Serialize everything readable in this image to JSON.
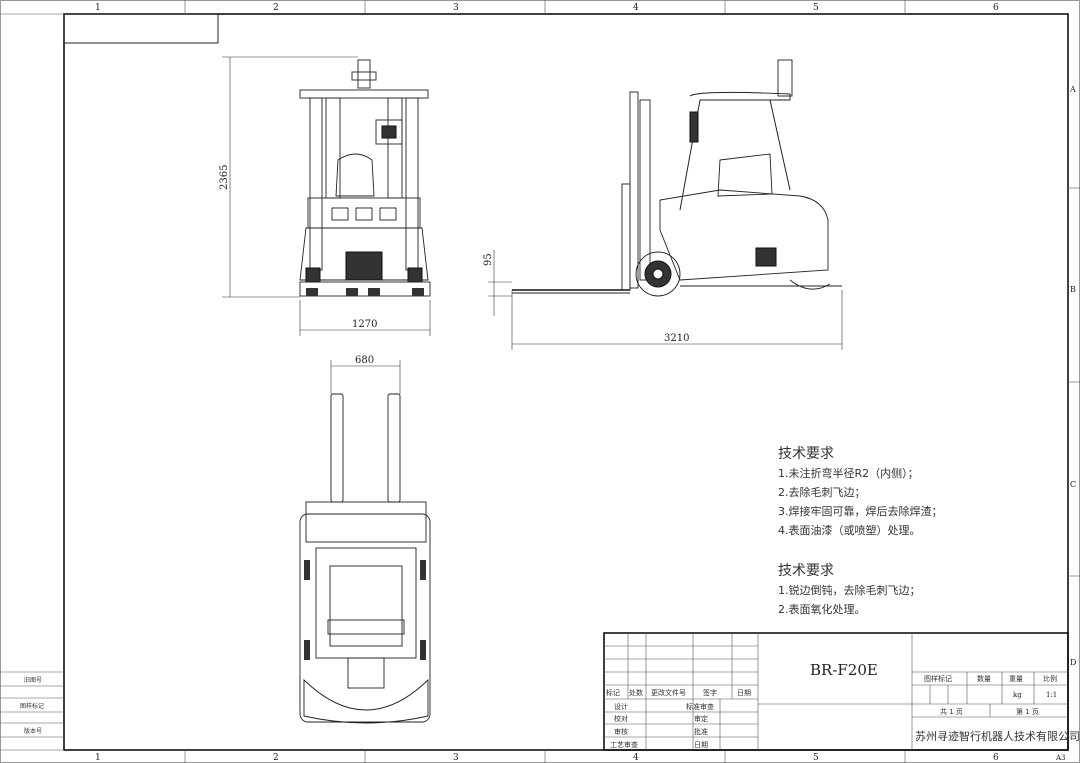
{
  "sheet": {
    "zones_top": [
      "1",
      "2",
      "3",
      "4",
      "5",
      "6"
    ],
    "zones_bottom": [
      "1",
      "2",
      "3",
      "4",
      "5",
      "6"
    ],
    "zones_right": [
      "A",
      "B",
      "C",
      "D"
    ],
    "paper_size": "A3"
  },
  "left_strip": [
    "旧图号",
    "图样标记",
    "版本号"
  ],
  "dimensions": {
    "front_height": "2365",
    "front_width": "1270",
    "side_fork_height": "95",
    "side_length": "3210",
    "top_fork_spread": "680"
  },
  "notes": [
    {
      "title": "技术要求",
      "items": [
        "1.未注折弯半径R2（内侧）；",
        "2.去除毛刺飞边；",
        "3.焊接牢固可靠，焊后去除焊渣；",
        "4.表面油漆（或喷塑）处理。"
      ]
    },
    {
      "title": "技术要求",
      "items": [
        "1.锐边倒钝，去除毛刺飞边；",
        "2.表面氧化处理。"
      ]
    }
  ],
  "title_block": {
    "drawing_name": "BR-F20E",
    "revision_headers": [
      "标记",
      "处数",
      "更改文件号",
      "签字",
      "日期"
    ],
    "sign_rows": [
      [
        "设计",
        "标准审查"
      ],
      [
        "校对",
        "审定"
      ],
      [
        "审核",
        "批准"
      ],
      [
        "工艺审查",
        "日期"
      ]
    ],
    "attr_headers": [
      "图样标记",
      "数量",
      "重量",
      "比例"
    ],
    "weight_unit": "kg",
    "scale": "1:1",
    "total_pages": "共 1 页",
    "page_no": "第 1 页",
    "company": "苏州寻迹智行机器人技术有限公司"
  }
}
